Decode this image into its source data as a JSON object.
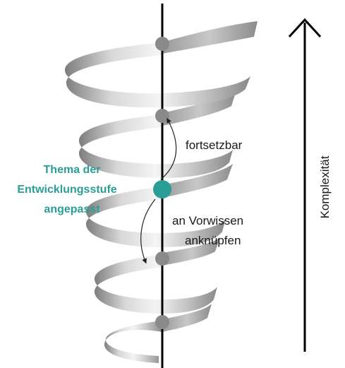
{
  "labels": {
    "topic": [
      "Thema der",
      "Entwicklungsstufe",
      "angepasst"
    ],
    "forward": "fortsetzbar",
    "prior": [
      "an Vorwissen",
      "anknüpfen"
    ],
    "axis": "Komplexität"
  },
  "colors": {
    "accent": "#2a9d96",
    "ribbon_light": "#f2f2f2",
    "ribbon_mid": "#b9b9b9",
    "ribbon_dark": "#7d7d7d",
    "node": "#8a8a8a",
    "line": "#000000"
  }
}
